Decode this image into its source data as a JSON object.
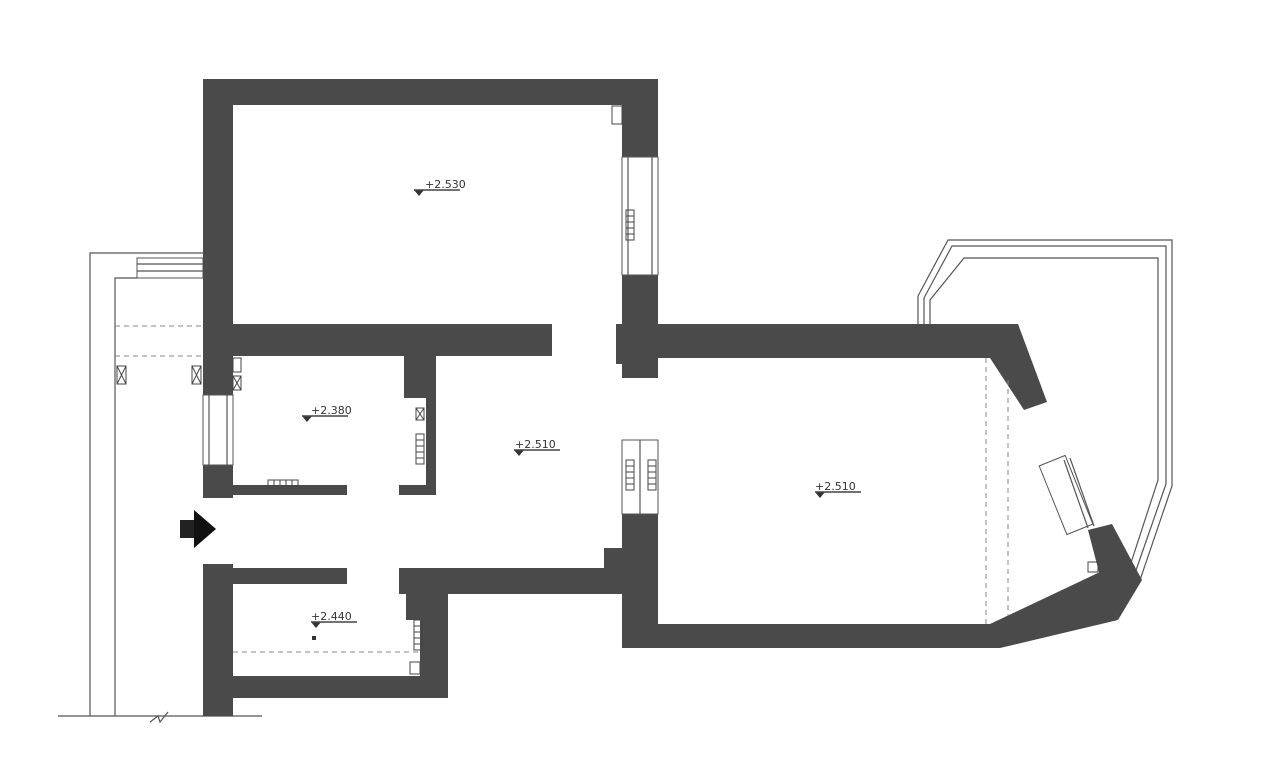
{
  "colors": {
    "wall": "#4a4a4a",
    "background": "#ffffff",
    "entry_arrow": "#111111"
  },
  "levels": {
    "top_room": "+2.530",
    "small_room": "+2.380",
    "hall": "+2.510",
    "right_room": "+2.510",
    "bottom_room": "+2.440"
  },
  "icons": {
    "entry": "entry-arrow-icon",
    "level_marker": "level-marker-icon",
    "break_line": "break-line-icon"
  }
}
